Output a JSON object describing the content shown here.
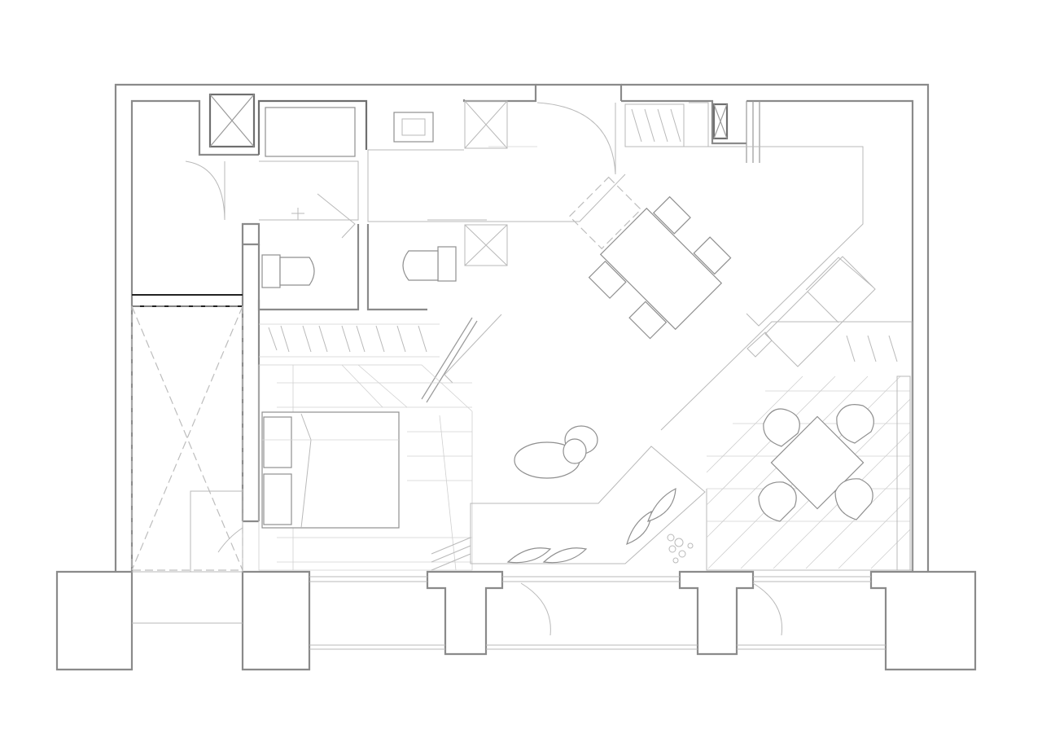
{
  "drawing": {
    "kind": "floor-plan",
    "colors": {
      "background": "#ffffff",
      "wall": "#8a8a8a",
      "furniture": "#8f8f8f",
      "hatch": "#d0d0d0",
      "accent_line": "#222222"
    },
    "rooms": [
      {
        "id": "shaft-room"
      },
      {
        "id": "bathroom-1"
      },
      {
        "id": "bathroom-2"
      },
      {
        "id": "entry"
      },
      {
        "id": "dining"
      },
      {
        "id": "living"
      },
      {
        "id": "study-lounge"
      },
      {
        "id": "bedroom"
      },
      {
        "id": "storage-void"
      },
      {
        "id": "balcony"
      }
    ],
    "fixtures": [
      "toilet-1",
      "toilet-2",
      "sink",
      "bathtub",
      "double-bed",
      "dining-table",
      "dining-chair-1",
      "dining-chair-2",
      "dining-chair-3",
      "dining-chair-4",
      "lounge-table",
      "lounge-chair-1",
      "lounge-chair-2",
      "lounge-chair-3",
      "lounge-chair-4",
      "sofa-cushions",
      "plant",
      "rug",
      "tv-console"
    ]
  }
}
